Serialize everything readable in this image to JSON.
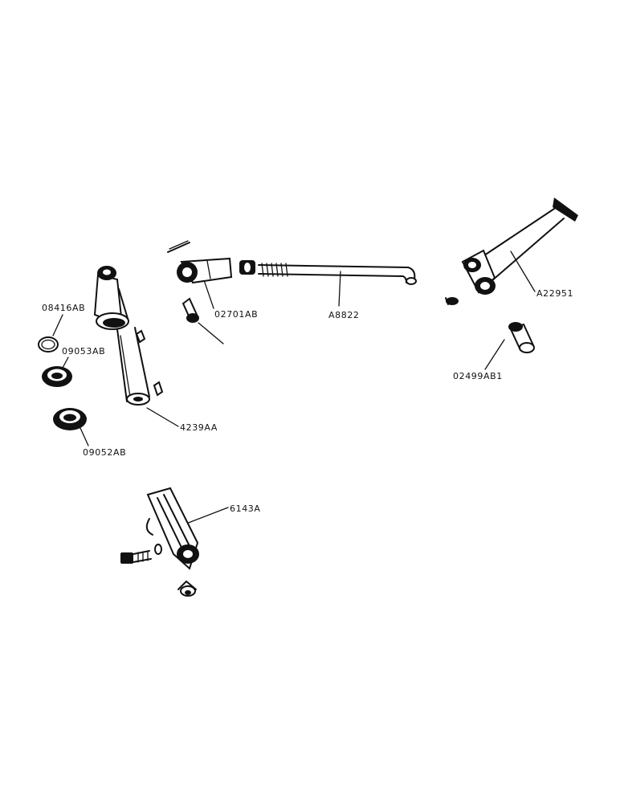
{
  "diagram": {
    "parts": [
      {
        "id": "p1",
        "label": "08416AB"
      },
      {
        "id": "p2",
        "label": "09053AB"
      },
      {
        "id": "p3",
        "label": "09052AB"
      },
      {
        "id": "p4",
        "label": "4239AA"
      },
      {
        "id": "p5",
        "label": "02701AB"
      },
      {
        "id": "p6",
        "label": "A8822"
      },
      {
        "id": "p7",
        "label": "A22951"
      },
      {
        "id": "p8",
        "label": "02499AB1"
      },
      {
        "id": "p9",
        "label": "6143A"
      }
    ]
  }
}
